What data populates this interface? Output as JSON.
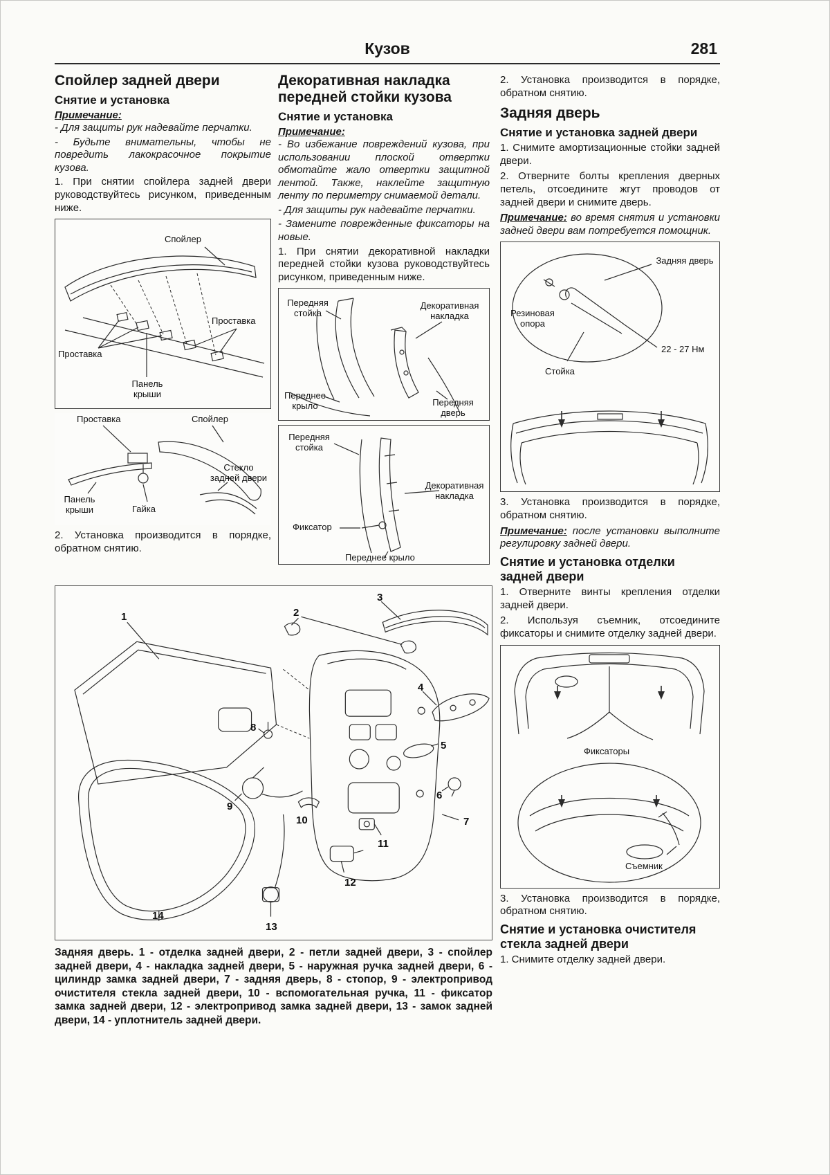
{
  "header": {
    "title": "Кузов",
    "page_number": "281"
  },
  "col1": {
    "title": "Спойлер задней двери",
    "subtitle": "Снятие и установка",
    "note_label": "Примечание:",
    "notes": [
      "- Для защиты рук надевайте перчатки.",
      "- Будьте внимательны, чтобы не повредить лакокрасочное покрытие кузова."
    ],
    "step1": "1. При снятии спойлера задней двери руководствуйтесь рисунком, приведенным ниже.",
    "step2": "2. Установка производится в порядке, обратном снятию.",
    "fig1": {
      "label_spoiler": "Спойлер",
      "label_spacer_left": "Проставка",
      "label_spacer_right": "Проставка",
      "label_roof_panel": "Панель крыши"
    },
    "fig2": {
      "label_spacer": "Проставка",
      "label_spoiler": "Спойлер",
      "label_roof_panel": "Панель крыши",
      "label_nut": "Гайка",
      "label_glass": "Стекло задней двери"
    }
  },
  "col2": {
    "title": "Декоративная накладка передней стойки кузова",
    "subtitle": "Снятие и установка",
    "note_label": "Примечание:",
    "notes": [
      "- Во избежание повреждений кузова, при использовании плоской отвертки обмотайте жало отвертки защитной лентой. Также, наклейте защитную ленту по периметру снимаемой детали.",
      "- Для защиты рук надевайте перчатки.",
      "- Замените поврежденные фиксаторы на новые."
    ],
    "step1": "1. При снятии декоративной накладки передней стойки кузова руководствуйтесь рисунком, приведенным ниже.",
    "fig1": {
      "label_pillar": "Передняя стойка",
      "label_trim": "Декоративная накладка",
      "label_fender": "Переднее крыло",
      "label_door": "Передняя дверь"
    },
    "fig2": {
      "label_pillar": "Передняя стойка",
      "label_trim": "Декоративная накладка",
      "label_clip": "Фиксатор",
      "label_fender": "Переднее крыло"
    }
  },
  "col3": {
    "step_prev": "2. Установка производится в порядке, обратном снятию.",
    "title": "Задняя дверь",
    "subtitle1": "Снятие и установка задней двери",
    "steps1": [
      "1. Снимите амортизационные стойки задней двери.",
      "2. Отверните болты крепления дверных петель, отсоедините жгут проводов от задней двери и снимите дверь."
    ],
    "note1_label": "Примечание:",
    "note1_text": " во время снятия и установки задней двери вам потребуется помощник.",
    "fig1": {
      "label_rear_door": "Задняя дверь",
      "label_rubber": "Резиновая опора",
      "label_torque": "22 - 27 Нм",
      "label_strut": "Стойка"
    },
    "step3a": "3. Установка производится в порядке, обратном снятию.",
    "note2_label": "Примечание:",
    "note2_text": " после установки выполните регулировку задней двери.",
    "subtitle2": "Снятие и установка отделки задней двери",
    "steps2": [
      "1. Отверните винты крепления отделки задней двери.",
      "2. Используя съемник, отсоедините фиксаторы и снимите отделку задней двери."
    ],
    "fig2": {
      "label_clips": "Фиксаторы",
      "label_puller": "Съемник"
    },
    "step3b": "3. Установка производится в порядке, обратном снятию.",
    "subtitle3": "Снятие и установка очистителя стекла задней двери",
    "step_last": "1. Снимите отделку задней двери."
  },
  "main_figure": {
    "part_numbers": [
      "1",
      "2",
      "3",
      "4",
      "5",
      "6",
      "7",
      "8",
      "9",
      "10",
      "11",
      "12",
      "13",
      "14"
    ]
  },
  "caption": {
    "text": "Задняя дверь. 1 - отделка задней двери, 2 - петли задней двери, 3 - спойлер задней двери, 4 - накладка задней двери, 5 - наружная ручка задней двери, 6 - цилиндр замка задней двери, 7 - задняя дверь, 8 - стопор, 9 - электропривод очистителя стекла задней двери, 10 - вспомогательная ручка, 11 - фиксатор замка задней двери, 12 - электропривод замка задней двери, 13 - замок задней двери, 14 - уплотнитель задней двери."
  }
}
